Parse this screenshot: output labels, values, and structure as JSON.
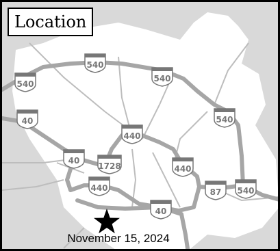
{
  "title": "Location",
  "caption": "November 15, 2024",
  "colors": {
    "background": "#d9d9d9",
    "urban_area": "#ffffff",
    "highway": "#a6a6a6",
    "minor_road": "#bdbdbd",
    "marker": "#000000"
  },
  "shields": [
    {
      "label": "540"
    },
    {
      "label": "540"
    },
    {
      "label": "540"
    },
    {
      "label": "540"
    },
    {
      "label": "540"
    },
    {
      "label": "40"
    },
    {
      "label": "440"
    },
    {
      "label": "40"
    },
    {
      "label": "1728"
    },
    {
      "label": "440"
    },
    {
      "label": "440"
    },
    {
      "label": "87"
    },
    {
      "label": "40"
    }
  ],
  "marker_icon": "star-icon"
}
